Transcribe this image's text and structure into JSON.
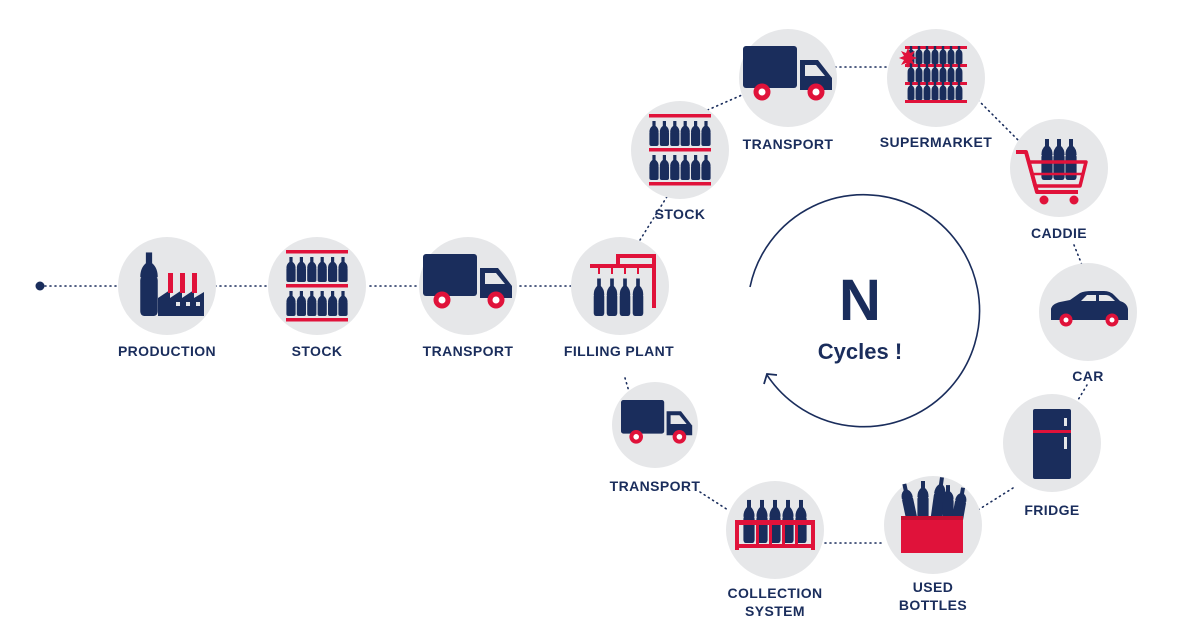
{
  "center": {
    "big": "N",
    "caption": "Cycles !"
  },
  "colors": {
    "navy": "#1a2d5c",
    "red": "#e0123a",
    "circle": "#e6e7e9"
  },
  "nodes": [
    {
      "id": "production",
      "label": [
        "PRODUCTION"
      ],
      "icon": "factory-icon"
    },
    {
      "id": "stock-1",
      "label": [
        "STOCK"
      ],
      "icon": "bottle-shelf-icon"
    },
    {
      "id": "transport-1",
      "label": [
        "TRANSPORT"
      ],
      "icon": "truck-icon"
    },
    {
      "id": "filling-plant",
      "label": [
        "FILLING PLANT"
      ],
      "icon": "filling-machine-icon"
    },
    {
      "id": "stock-2",
      "label": [
        "STOCK"
      ],
      "icon": "bottle-shelf-icon"
    },
    {
      "id": "transport-2",
      "label": [
        "TRANSPORT"
      ],
      "icon": "truck-icon"
    },
    {
      "id": "supermarket",
      "label": [
        "SUPERMARKET"
      ],
      "icon": "supermarket-shelf-icon"
    },
    {
      "id": "caddie",
      "label": [
        "CADDIE"
      ],
      "icon": "shopping-cart-icon"
    },
    {
      "id": "car",
      "label": [
        "CAR"
      ],
      "icon": "car-icon"
    },
    {
      "id": "fridge",
      "label": [
        "FRIDGE"
      ],
      "icon": "fridge-icon"
    },
    {
      "id": "used-bottles",
      "label": [
        "USED",
        "BOTTLES"
      ],
      "icon": "bottle-crate-icon"
    },
    {
      "id": "collection-system",
      "label": [
        "COLLECTION",
        "SYSTEM"
      ],
      "icon": "bottle-rack-icon"
    },
    {
      "id": "transport-3",
      "label": [
        "TRANSPORT"
      ],
      "icon": "truck-icon"
    }
  ]
}
